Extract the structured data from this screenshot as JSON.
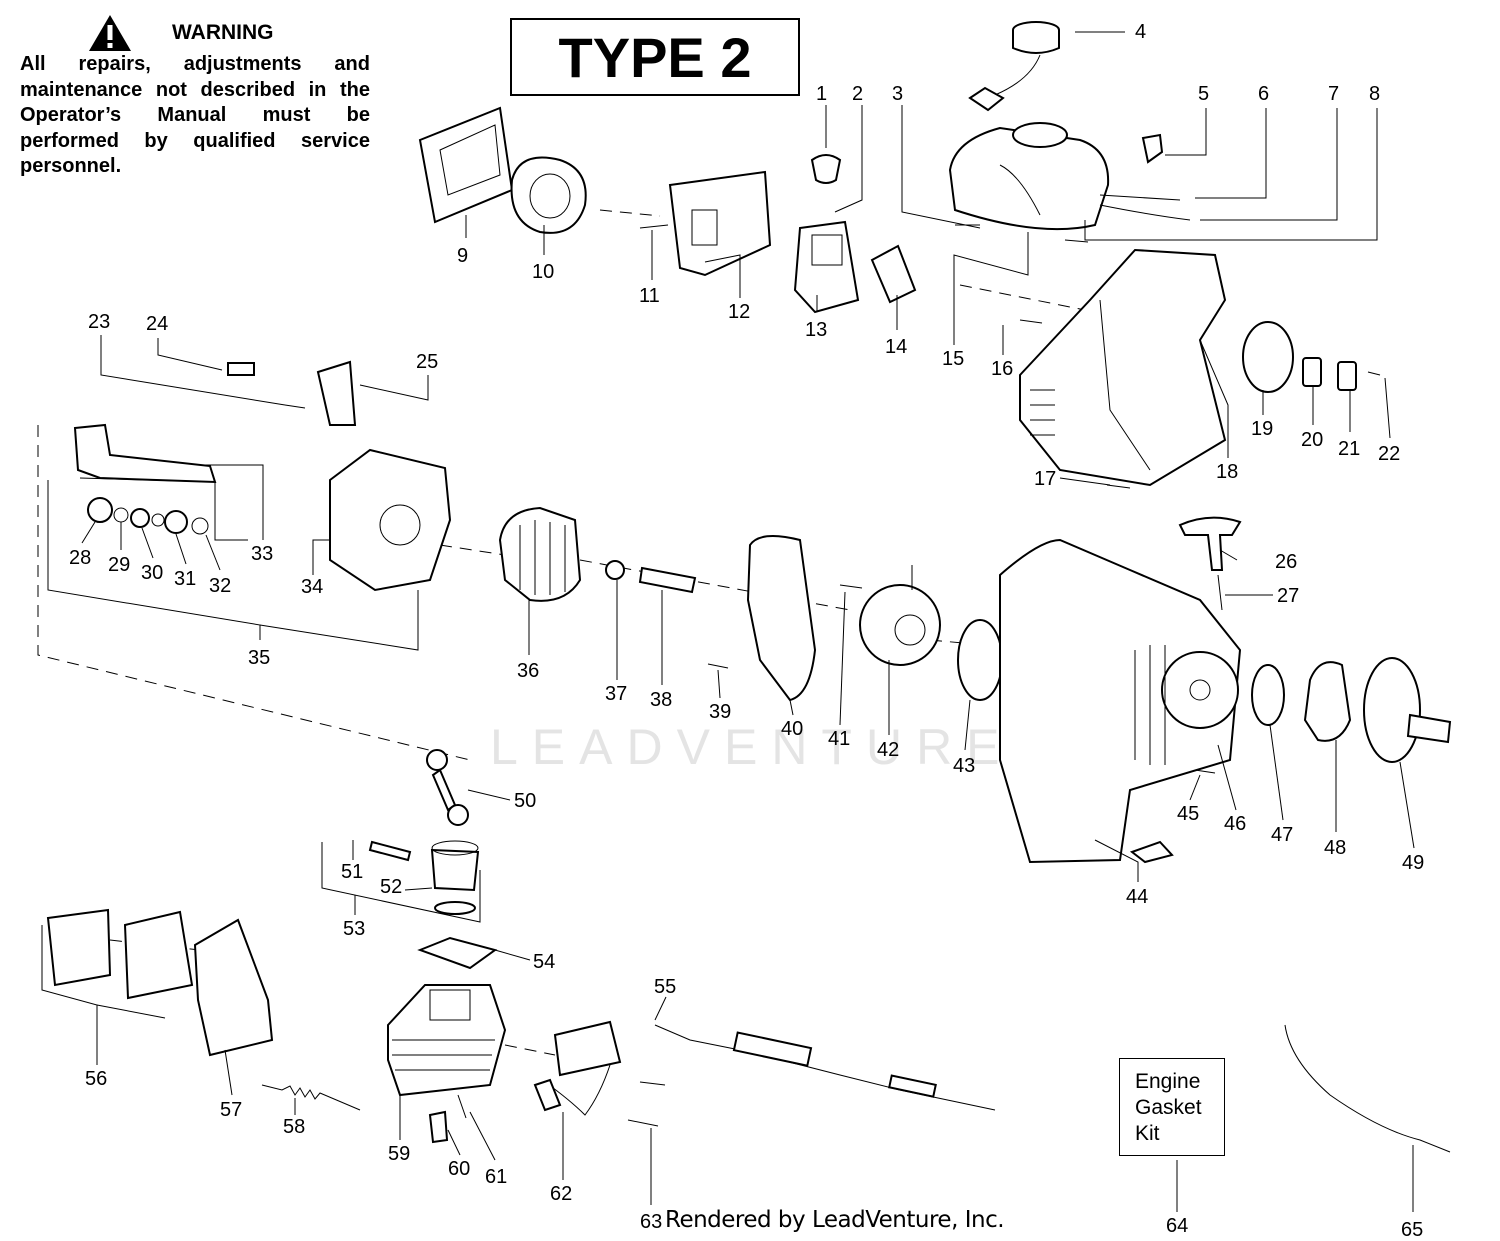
{
  "warning": {
    "title": "WARNING",
    "text": "All repairs, adjustments and maintenance not described in the Operator’s Manual must be performed by qualified service personnel."
  },
  "type_label": "TYPE 2",
  "kit": {
    "line1": "Engine",
    "line2": "Gasket",
    "line3": "Kit"
  },
  "footer": "Rendered by LeadVenture, Inc.",
  "watermark": "LEADVENTURE",
  "callouts": [
    "1",
    "2",
    "3",
    "4",
    "5",
    "6",
    "7",
    "8",
    "9",
    "10",
    "11",
    "12",
    "13",
    "14",
    "15",
    "16",
    "17",
    "18",
    "19",
    "20",
    "21",
    "22",
    "23",
    "24",
    "25",
    "26",
    "27",
    "28",
    "29",
    "30",
    "31",
    "32",
    "33",
    "34",
    "35",
    "36",
    "37",
    "38",
    "39",
    "40",
    "41",
    "42",
    "43",
    "44",
    "45",
    "46",
    "47",
    "48",
    "49",
    "50",
    "51",
    "52",
    "53",
    "54",
    "55",
    "56",
    "57",
    "58",
    "59",
    "60",
    "61",
    "62",
    "63",
    "64",
    "65"
  ]
}
